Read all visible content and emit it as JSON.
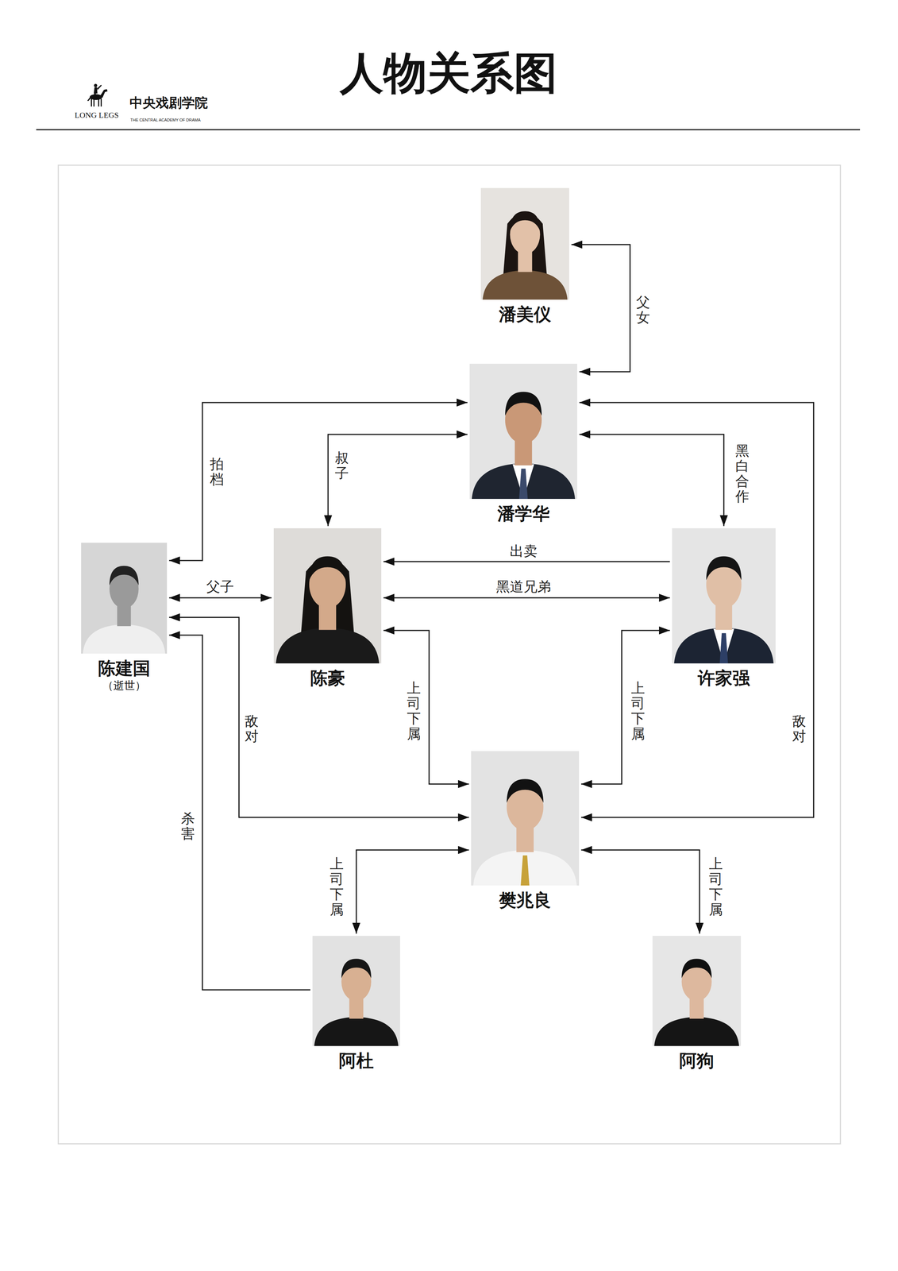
{
  "diagram": {
    "title": "人物关系图",
    "nodes": [
      {
        "text": [
          "潘美仪"
        ]
      },
      {
        "text": [
          "潘学华"
        ]
      },
      {
        "text": [
          "陈建国",
          "（逝世）"
        ]
      },
      {
        "text": [
          "陈豪"
        ]
      },
      {
        "text": [
          "许家强"
        ]
      },
      {
        "text": [
          "樊兆良"
        ]
      },
      {
        "text": [
          "阿杜"
        ]
      },
      {
        "text": [
          "阿狗"
        ]
      }
    ],
    "edges": [
      {
        "from": 0,
        "to": 1,
        "label": "父女",
        "arrow": "both"
      },
      {
        "from": 1,
        "to": 2,
        "label": "拍档",
        "arrow": "both"
      },
      {
        "from": 1,
        "to": 3,
        "label": "叔子",
        "arrow": "both"
      },
      {
        "from": 1,
        "to": 4,
        "label": "黑白合作",
        "arrow": "both"
      },
      {
        "from": 2,
        "to": 3,
        "label": "父子",
        "arrow": "both"
      },
      {
        "from": 3,
        "to": 4,
        "label": "黑道兄弟",
        "arrow": "both"
      },
      {
        "from": 4,
        "to": 3,
        "label": "出卖",
        "arrow": "to"
      },
      {
        "from": 3,
        "to": 5,
        "label": "上司下属",
        "arrow": "both"
      },
      {
        "from": 4,
        "to": 5,
        "label": "上司下属",
        "arrow": "both"
      },
      {
        "from": 2,
        "to": 5,
        "label": "敌对",
        "arrow": "both"
      },
      {
        "from": 1,
        "to": 5,
        "label": "敌对",
        "arrow": "both"
      },
      {
        "from": 5,
        "to": 6,
        "label": "上司下属",
        "arrow": "both"
      },
      {
        "from": 5,
        "to": 7,
        "label": "上司下属",
        "arrow": "both"
      },
      {
        "from": 6,
        "to": 2,
        "label": "杀害",
        "arrow": "to"
      }
    ],
    "labels": [
      "LONG LEGS",
      "中央戏剧学院",
      "THE CENTRAL ACADEMY OF DRAMA"
    ]
  }
}
